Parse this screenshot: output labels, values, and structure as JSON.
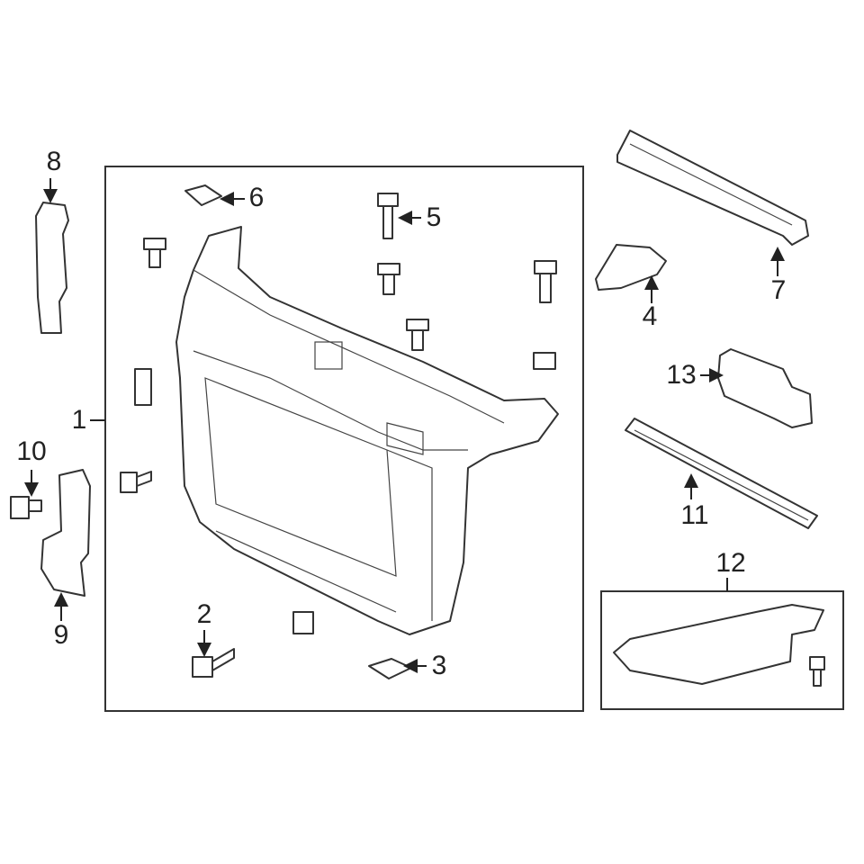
{
  "diagram": {
    "callouts": [
      {
        "id": "1",
        "text": "1"
      },
      {
        "id": "2",
        "text": "2"
      },
      {
        "id": "3",
        "text": "3"
      },
      {
        "id": "4",
        "text": "4"
      },
      {
        "id": "5",
        "text": "5"
      },
      {
        "id": "6",
        "text": "6"
      },
      {
        "id": "7",
        "text": "7"
      },
      {
        "id": "8",
        "text": "8"
      },
      {
        "id": "9",
        "text": "9"
      },
      {
        "id": "10",
        "text": "10"
      },
      {
        "id": "11",
        "text": "11"
      },
      {
        "id": "12",
        "text": "12"
      },
      {
        "id": "13",
        "text": "13"
      }
    ],
    "line_color": "#333333",
    "background": "#ffffff"
  }
}
